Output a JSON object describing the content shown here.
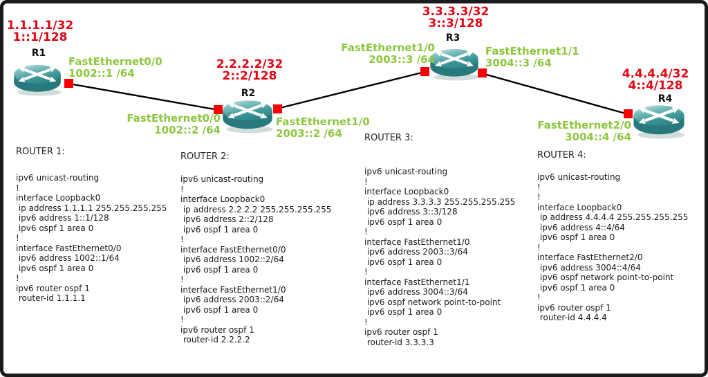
{
  "colors": {
    "loopback_text": "#e00513",
    "interface_text": "#8dc63f",
    "link_line": "#000000",
    "connector_square": "#fa0000",
    "router_top": "#3b9496",
    "router_side": "#27797b",
    "frame_border": "#1b1b1b"
  },
  "topology": {
    "nodes": [
      {
        "id": "r1",
        "label": "R1",
        "loopback_v4": "1.1.1.1/32",
        "loopback_v6": "1::1/128"
      },
      {
        "id": "r2",
        "label": "R2",
        "loopback_v4": "2.2.2.2/32",
        "loopback_v6": "2::2/128"
      },
      {
        "id": "r3",
        "label": "R3",
        "loopback_v4": "3.3.3.3/32",
        "loopback_v6": "3::3/128"
      },
      {
        "id": "r4",
        "label": "R4",
        "loopback_v4": "4.4.4.4/32",
        "loopback_v6": "4::4/128"
      }
    ],
    "interfaces": [
      {
        "name": "FastEthernet0/0",
        "address": "1002::1 /64"
      },
      {
        "name": "FastEthernet0/0",
        "address": "1002::2 /64"
      },
      {
        "name": "FastEthernet1/0",
        "address": "2003::2 /64"
      },
      {
        "name": "FastEthernet1/0",
        "address": "2003::3 /64"
      },
      {
        "name": "FastEthernet1/1",
        "address": "3004::3 /64"
      },
      {
        "name": "FastEthernet2/0",
        "address": "3004::4 /64"
      }
    ]
  },
  "configs": [
    {
      "title": "ROUTER 1:",
      "text": "ipv6 unicast-routing\n!\ninterface Loopback0\n ip address 1.1.1.1 255.255.255.255\n ipv6 address 1::1/128\n ipv6 ospf 1 area 0\n!\ninterface FastEthernet0/0\n ipv6 address 1002::1/64\n ipv6 ospf 1 area 0\n!\nipv6 router ospf 1\n router-id 1.1.1.1"
    },
    {
      "title": "ROUTER 2:",
      "text": "ipv6 unicast-routing\n!\ninterface Loopback0\n ip address 2.2.2.2 255.255.255.255\n ipv6 address 2::2/128\n ipv6 ospf 1 area 0\n!\ninterface FastEthernet0/0\n ipv6 address 1002::2/64\n ipv6 ospf 1 area 0\n!\ninterface FastEthernet1/0\n ipv6 address 2003::2/64\n ipv6 ospf 1 area 0\n!\nipv6 router ospf 1\n router-id 2.2.2.2"
    },
    {
      "title": "ROUTER 3:",
      "text": "ipv6 unicast-routing\n!\ninterface Loopback0\n ip address 3.3.3.3 255.255.255.255\n ipv6 address 3::3/128\n ipv6 ospf 1 area 0\n!\ninterface FastEthernet1/0\n ipv6 address 2003::3/64\n ipv6 ospf 1 area 0\n!\ninterface FastEthernet1/1\n ipv6 address 3004::3/64\n ipv6 ospf network point-to-point\n ipv6 ospf 1 area 0\n!\nipv6 router ospf 1\n router-id 3.3.3.3"
    },
    {
      "title": "ROUTER 4:",
      "text": "ipv6 unicast-routing\n!\n!\ninterface Loopback0\n ip address 4.4.4.4 255.255.255.255\n ipv6 address 4::4/64\n ipv6 ospf 1 area 0\n!\ninterface FastEthernet2/0\n ipv6 address 3004::4/64\n ipv6 ospf network point-to-point\n ipv6 ospf 1 area 0\n!\nipv6 router ospf 1\n router-id 4.4.4.4"
    }
  ]
}
